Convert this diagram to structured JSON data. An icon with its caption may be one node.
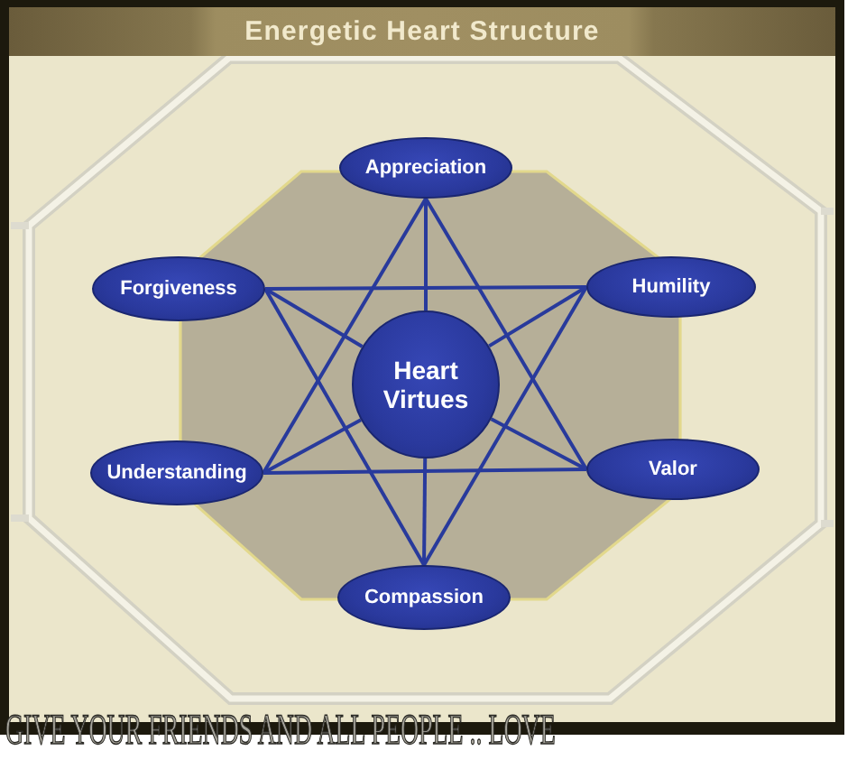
{
  "diagram": {
    "title": "Energetic Heart Structure",
    "caption": "GIVE YOUR FRIENDS AND ALL PEOPLE .. LOVE",
    "nodes": [
      {
        "text": [
          "Appreciation"
        ]
      },
      {
        "text": [
          "Forgiveness"
        ]
      },
      {
        "text": [
          "Humility"
        ]
      },
      {
        "text": [
          "Heart Virtues"
        ]
      },
      {
        "text": [
          "Understanding"
        ]
      },
      {
        "text": [
          "Valor"
        ]
      },
      {
        "text": [
          "Compassion"
        ]
      }
    ],
    "edges": [
      {
        "from": 0,
        "to": 4,
        "arrow": "none"
      },
      {
        "from": 0,
        "to": 5,
        "arrow": "none"
      },
      {
        "from": 4,
        "to": 5,
        "arrow": "none"
      },
      {
        "from": 1,
        "to": 2,
        "arrow": "none"
      },
      {
        "from": 1,
        "to": 6,
        "arrow": "none"
      },
      {
        "from": 2,
        "to": 6,
        "arrow": "none"
      },
      {
        "from": 3,
        "to": 0,
        "arrow": "none"
      },
      {
        "from": 3,
        "to": 1,
        "arrow": "none"
      },
      {
        "from": 3,
        "to": 2,
        "arrow": "none"
      },
      {
        "from": 3,
        "to": 4,
        "arrow": "none"
      },
      {
        "from": 3,
        "to": 5,
        "arrow": "none"
      },
      {
        "from": 3,
        "to": 6,
        "arrow": "none"
      }
    ]
  }
}
